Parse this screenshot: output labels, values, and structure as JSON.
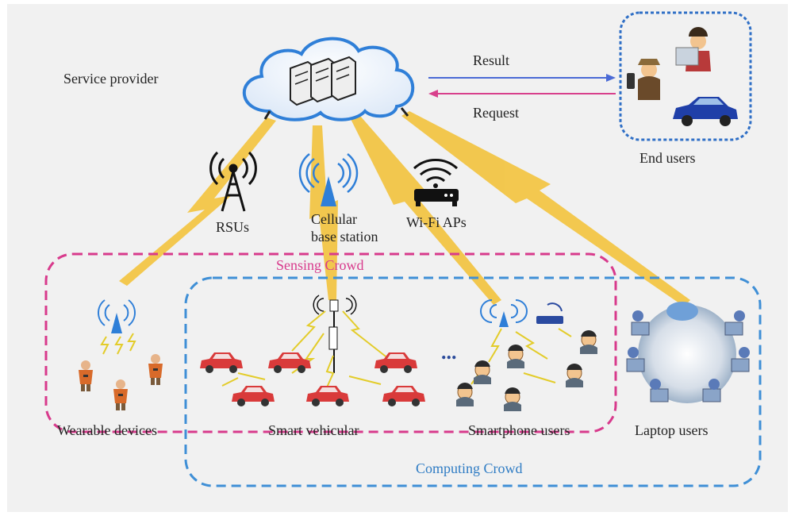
{
  "labels": {
    "service_provider": "Service provider",
    "result": "Result",
    "request": "Request",
    "end_users": "End users",
    "rsus": "RSUs",
    "cellular_line1": "Cellular",
    "cellular_line2": "base station",
    "wifi_aps": "Wi-Fi APs",
    "sensing_crowd": "Sensing Crowd",
    "computing_crowd": "Computing Crowd",
    "wearable_devices": "Wearable devices",
    "smart_vehicular": "Smart vehicular",
    "ellipsis": "...",
    "smartphone_users": "Smartphone users",
    "laptop_users": "Laptop users"
  },
  "colors": {
    "background": "#f1f1f1",
    "link_bolt": "#f3c441",
    "sensing_border": "#d83a8c",
    "computing_border": "#3f8fd6",
    "result_arrow": "#4a6ad6",
    "request_arrow": "#d8408c",
    "cloud_outline": "#2f7fd8",
    "car": "#d93a3a"
  }
}
